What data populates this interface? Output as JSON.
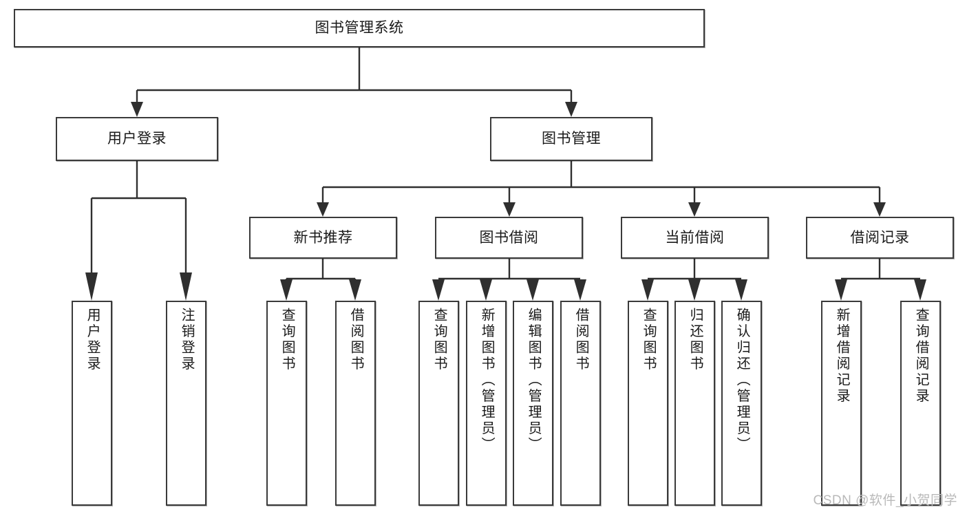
{
  "diagram": {
    "type": "tree",
    "title": "图书管理系统",
    "root": {
      "label": "图书管理系统"
    },
    "level2": [
      {
        "label": "用户登录"
      },
      {
        "label": "图书管理"
      }
    ],
    "level3": [
      {
        "label": "新书推荐"
      },
      {
        "label": "图书借阅"
      },
      {
        "label": "当前借阅"
      },
      {
        "label": "借阅记录"
      }
    ],
    "leaves": {
      "user_login": [
        {
          "label": "用户登录"
        },
        {
          "label": "注销登录"
        }
      ],
      "new_book_recommend": [
        {
          "label": "查询图书"
        },
        {
          "label": "借阅图书"
        }
      ],
      "book_borrow": [
        {
          "label": "查询图书"
        },
        {
          "label": "新增图书（管理员）"
        },
        {
          "label": "编辑图书（管理员）"
        },
        {
          "label": "借阅图书"
        }
      ],
      "current_borrow": [
        {
          "label": "查询图书"
        },
        {
          "label": "归还图书"
        },
        {
          "label": "确认归还（管理员）"
        }
      ],
      "borrow_record": [
        {
          "label": "新增借阅记录"
        },
        {
          "label": "查询借阅记录"
        }
      ]
    }
  },
  "watermark": {
    "text": "CSDN @软件_小贺同学"
  },
  "colors": {
    "box_border": "#3a3a3a",
    "connector": "#2f2f2f",
    "background": "#ffffff",
    "text": "#1a1a1a",
    "watermark": "#b9b9b9"
  }
}
